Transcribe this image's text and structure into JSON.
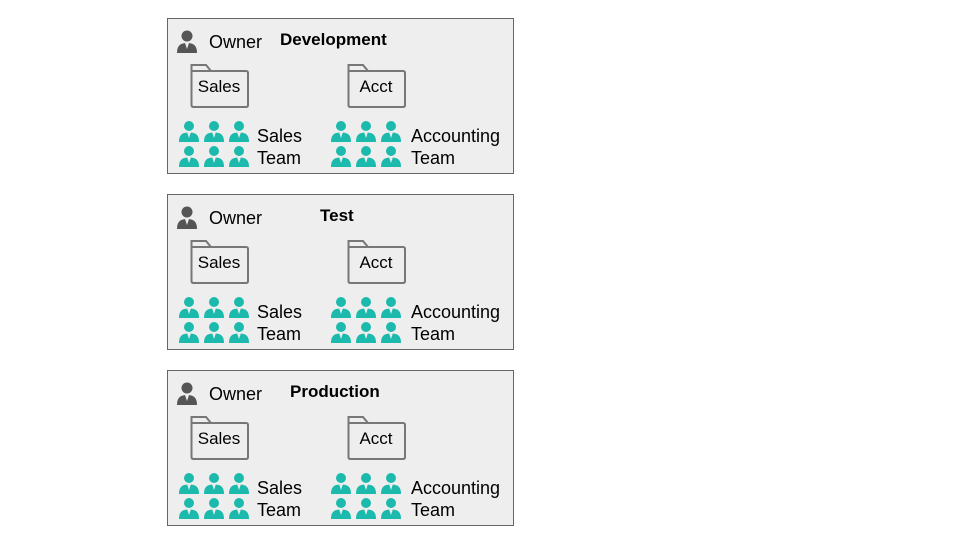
{
  "colors": {
    "box_fill": "#eeeeee",
    "box_border": "#666666",
    "team_icon": "#1cbaad",
    "owner_icon": "#555555"
  },
  "icons": {
    "owner": "person-icon",
    "folder": "folder-icon",
    "team_member": "person-icon"
  },
  "environments": [
    {
      "title": "Development",
      "owner_label": "Owner",
      "folders": [
        {
          "label": "Sales"
        },
        {
          "label": "Acct"
        }
      ],
      "teams": [
        {
          "line1": "Sales",
          "line2": "Team"
        },
        {
          "line1": "Accounting",
          "line2": "Team"
        }
      ]
    },
    {
      "title": "Test",
      "owner_label": "Owner",
      "folders": [
        {
          "label": "Sales"
        },
        {
          "label": "Acct"
        }
      ],
      "teams": [
        {
          "line1": "Sales",
          "line2": "Team"
        },
        {
          "line1": "Accounting",
          "line2": "Team"
        }
      ]
    },
    {
      "title": "Production",
      "owner_label": "Owner",
      "folders": [
        {
          "label": "Sales"
        },
        {
          "label": "Acct"
        }
      ],
      "teams": [
        {
          "line1": "Sales",
          "line2": "Team"
        },
        {
          "line1": "Accounting",
          "line2": "Team"
        }
      ]
    }
  ]
}
